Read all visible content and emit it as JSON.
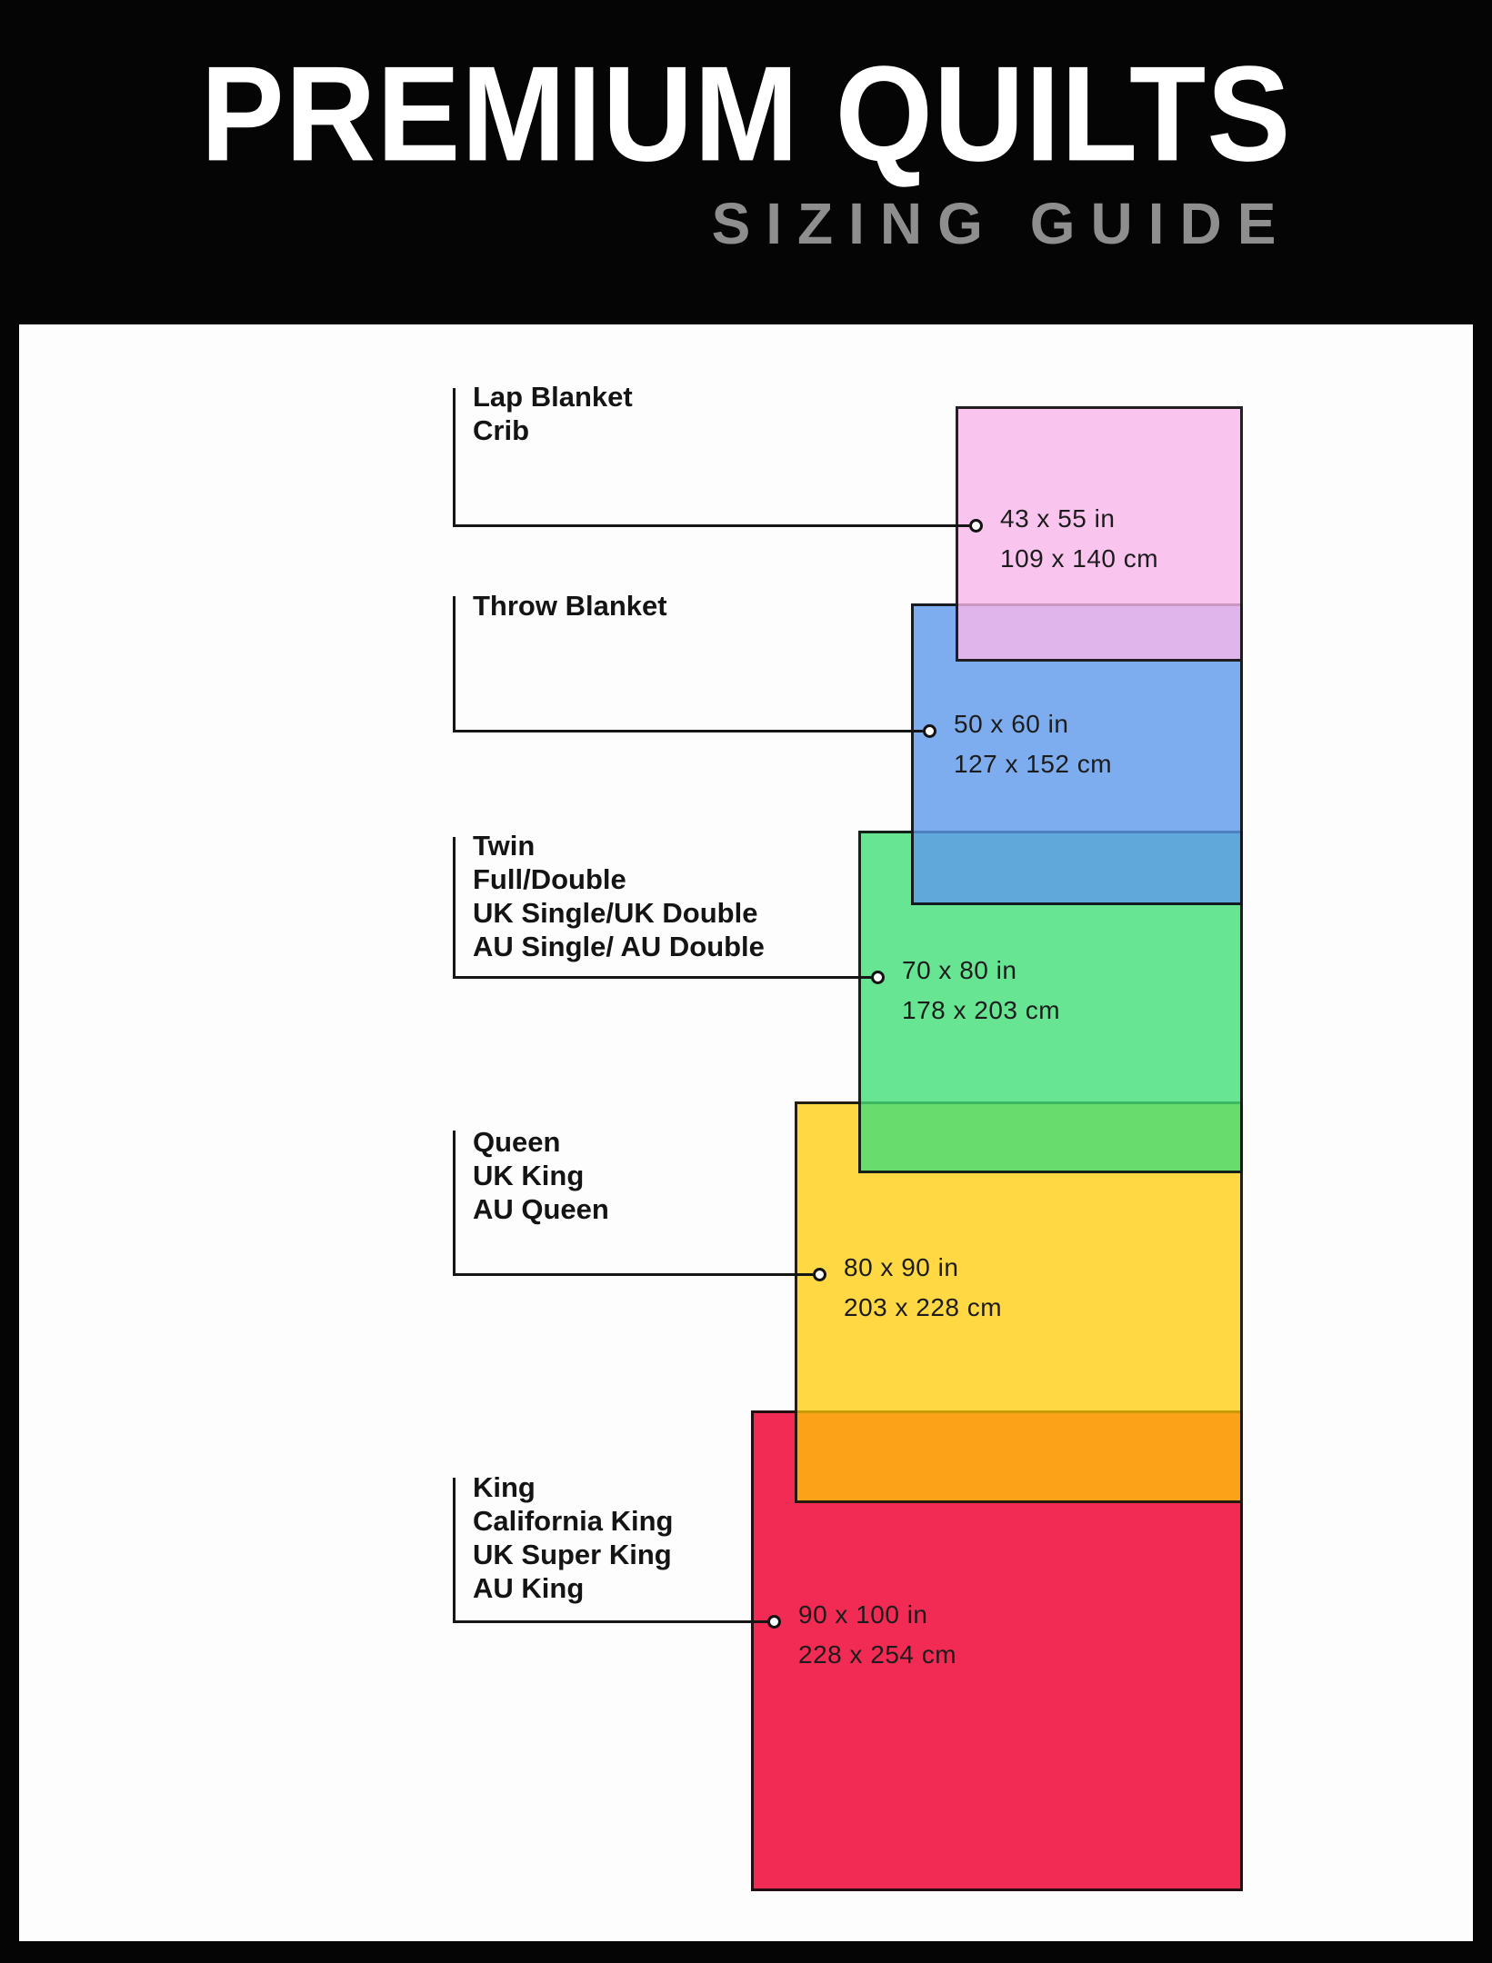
{
  "header": {
    "title": "PREMIUM QUILTS",
    "subtitle": "SIZING GUIDE"
  },
  "sizes": [
    {
      "labels": [
        "Lap Blanket",
        "Crib"
      ],
      "inches": "43 x 55 in",
      "cm": "109 x 140 cm",
      "color": "#f7b7eb"
    },
    {
      "labels": [
        "Throw Blanket"
      ],
      "inches": "50 x 60 in",
      "cm": "127 x 152 cm",
      "color": "#5c98eb"
    },
    {
      "labels": [
        "Twin",
        "Full/Double",
        "UK Single/UK Double",
        "AU Single/ AU Double"
      ],
      "inches": "70 x 80 in",
      "cm": "178 x 203 cm",
      "color": "#42de78"
    },
    {
      "labels": [
        "Queen",
        "UK King",
        "AU Queen"
      ],
      "inches": "80 x 90 in",
      "cm": "203 x 228 cm",
      "color": "#ffcb05"
    },
    {
      "labels": [
        "King",
        "California King",
        "UK Super King",
        "AU King"
      ],
      "inches": "90 x 100 in",
      "cm": "228 x 254 cm",
      "color": "#f1204b"
    }
  ]
}
